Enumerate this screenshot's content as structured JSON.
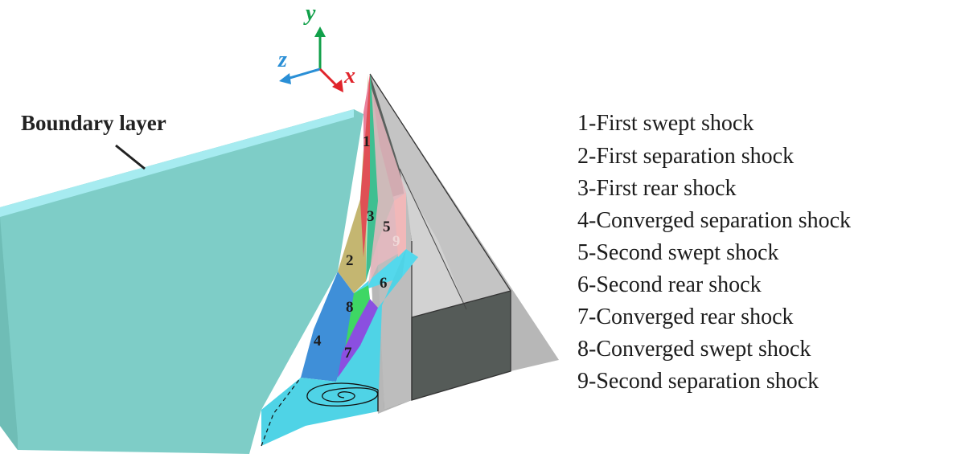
{
  "axes": {
    "x": {
      "label": "x",
      "color": "#e0242b"
    },
    "y": {
      "label": "y",
      "color": "#11a04a"
    },
    "z": {
      "label": "z",
      "color": "#2a8fd6"
    }
  },
  "boundary_layer_label": "Boundary layer",
  "shock_numbers": [
    "1",
    "2",
    "3",
    "4",
    "5",
    "6",
    "7",
    "8",
    "9"
  ],
  "legend": [
    "1-First swept shock",
    "2-First separation shock",
    "3-First rear shock",
    "4-Converged separation shock",
    "5-Second swept shock",
    "6-Second rear shock",
    "7-Converged rear shock",
    "8-Converged swept shock",
    "9-Second separation shock"
  ],
  "colors": {
    "boundary_layer": "#7ecdc7",
    "boundary_layer_edge": "#a6ebf0",
    "fin_light": "#c6c6c6",
    "fin_dark": "#595f5c",
    "shock_1": "#e9829c",
    "shock_2": "#c4b671",
    "shock_3": "#3fbf91",
    "shock_4": "#3f8fd8",
    "shock_5": "#e7b9bf",
    "shock_6": "#54d8ec",
    "shock_7": "#8b4fe0",
    "shock_8": "#3ed764",
    "shock_9": "#f3b8b8"
  }
}
